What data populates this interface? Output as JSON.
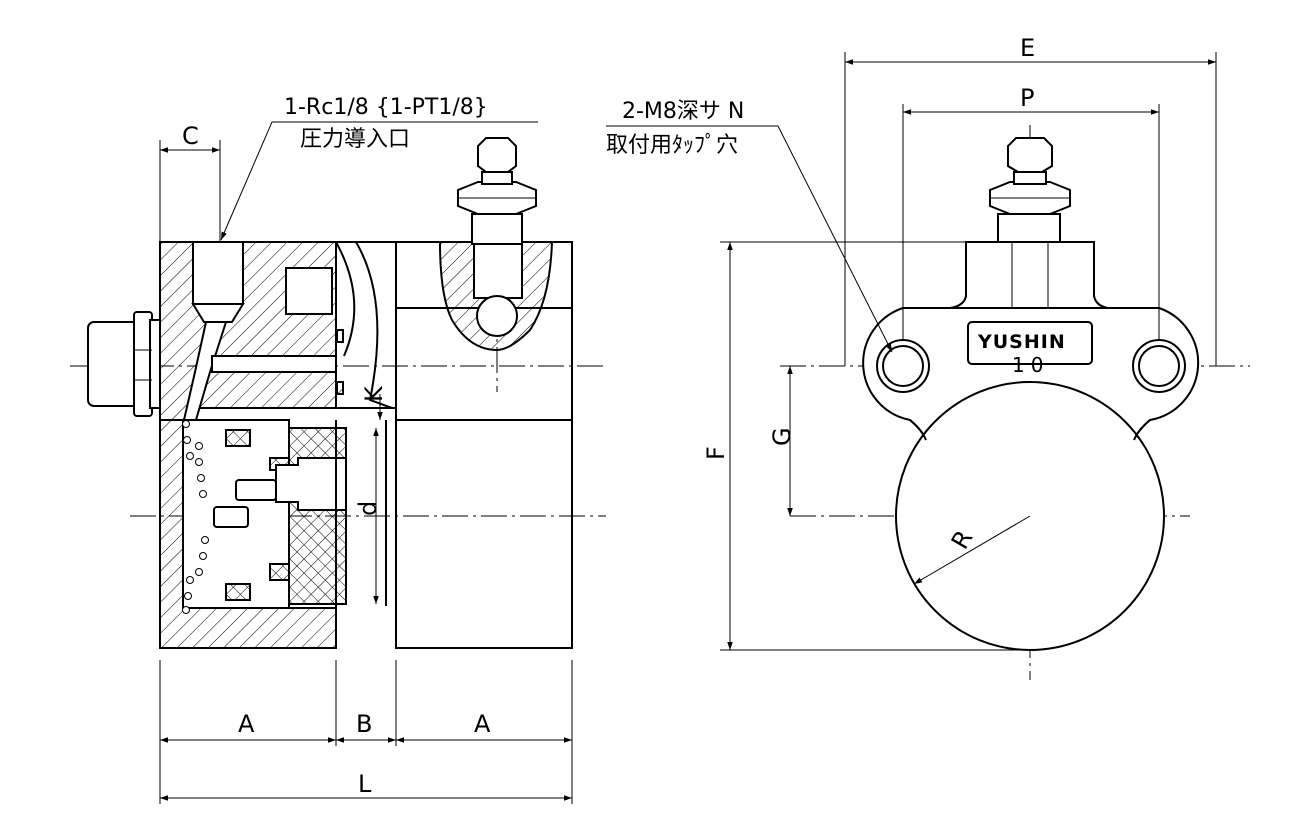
{
  "dimensions": {
    "A": "A",
    "B": "B",
    "C": "C",
    "d": "d",
    "E": "E",
    "F": "F",
    "G": "G",
    "K": "K",
    "L": "L",
    "P": "P",
    "R": "R"
  },
  "notes": {
    "port_spec": "1-Rc1/8 {1-PT1/8}",
    "port_desc": "圧力導入口",
    "tap_spec": "2-M8深サ N",
    "tap_desc": "取付用ﾀｯﾌﾟ穴"
  },
  "brand_plate": {
    "name": "YUSHIN",
    "model": "10"
  }
}
